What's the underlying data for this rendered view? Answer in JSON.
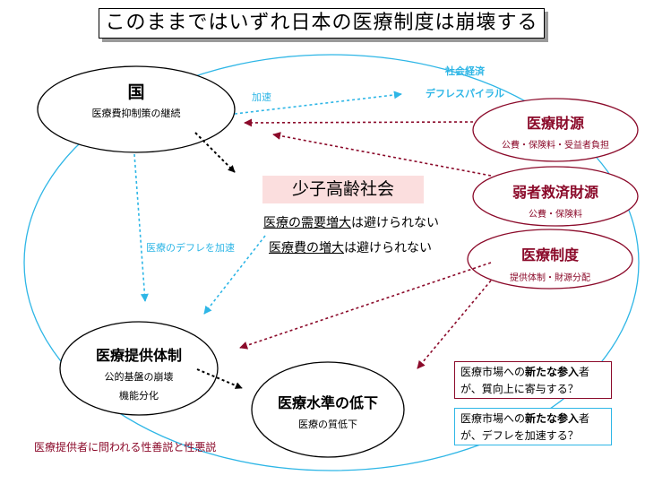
{
  "title": "このままではいずれ日本の医療制度は崩壊する",
  "colors": {
    "accent_red": "#8b0a2a",
    "accent_blue": "#2eb6e6",
    "highlight": "#fbdede",
    "shadow": "#9a9a9a"
  },
  "nodes": {
    "kuni": {
      "title": "国",
      "sub": "医療費抑制策の継続"
    },
    "teikyo": {
      "title": "医療提供体制",
      "sub1": "公的基盤の崩壊",
      "sub2": "機能分化"
    },
    "suijun": {
      "title": "医療水準の低下",
      "sub": "医療の質低下"
    },
    "zaigen": {
      "title": "医療財源",
      "sub": "公費・保険料・受益者負担"
    },
    "jakusha": {
      "title": "弱者救済財源",
      "sub": "公費・保険料"
    },
    "seido": {
      "title": "医療制度",
      "sub": "提供体制・財源分配"
    }
  },
  "center": {
    "label": "少子高齢社会",
    "line1_a": "医療の需要増大",
    "line1_b": "は避けられない",
    "line2_a": "医療費の増大",
    "line2_b": "は避けられない"
  },
  "annotations": {
    "kasoku": "加速",
    "deflation_line1": "社会経済",
    "deflation_line2": "デフレスパイラル",
    "deflation_accel": "医療のデフレを加速",
    "bottom_left": "医療提供者に問われる性善説と性悪説"
  },
  "boxes": {
    "red": {
      "pre": "医療市場への",
      "bold1": "新たな参入",
      "mid": "者",
      "bold2": "",
      "post": "が、質向上に寄与する？"
    },
    "blue": {
      "pre": "医療市場への",
      "bold1": "新たな参入",
      "mid": "者",
      "post": "が、デフレを加速する？"
    }
  }
}
